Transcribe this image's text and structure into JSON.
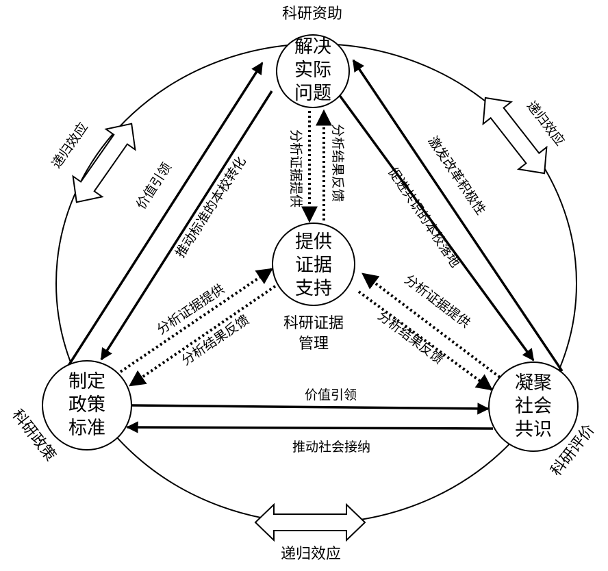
{
  "diagram": {
    "nodes": {
      "top": {
        "lines": [
          "解决",
          "实际",
          "问题"
        ],
        "role": "科研资助"
      },
      "center": {
        "lines": [
          "提供",
          "证据",
          "支持"
        ],
        "role_lines": [
          "科研证据",
          "管理"
        ]
      },
      "left": {
        "lines": [
          "制定",
          "政策",
          "标准"
        ],
        "role": "科研政策"
      },
      "right": {
        "lines": [
          "凝聚",
          "社会",
          "共识"
        ],
        "role": "科研评价"
      }
    },
    "edges": {
      "left_outer": "价值引领",
      "left_inner": "推动标准的本校转化",
      "right_outer": "激发改革积极性",
      "right_inner": "促进共识的本校落地",
      "bottom_top": "价值引领",
      "bottom_bottom": "推动社会接纳",
      "center_top_down": "分析证据提供",
      "center_top_up": "分析结果反馈",
      "center_left_up": "分析证据提供",
      "center_left_down": "分析结果反馈",
      "center_right_up": "分析证据提供",
      "center_right_down": "分析结果反馈"
    },
    "recursive": {
      "top_left": "递归效应",
      "top_right": "递归效应",
      "bottom": "递归效应"
    },
    "colors": {
      "stroke": "#000000",
      "background": "#ffffff"
    }
  }
}
